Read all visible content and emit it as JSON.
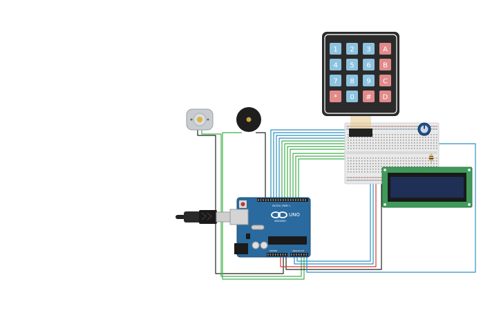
{
  "keypad": {
    "keys": [
      {
        "label": "1",
        "kind": "num"
      },
      {
        "label": "2",
        "kind": "num"
      },
      {
        "label": "3",
        "kind": "num"
      },
      {
        "label": "A",
        "kind": "letter"
      },
      {
        "label": "4",
        "kind": "num"
      },
      {
        "label": "5",
        "kind": "num"
      },
      {
        "label": "6",
        "kind": "num"
      },
      {
        "label": "B",
        "kind": "letter"
      },
      {
        "label": "7",
        "kind": "num"
      },
      {
        "label": "8",
        "kind": "num"
      },
      {
        "label": "9",
        "kind": "num"
      },
      {
        "label": "C",
        "kind": "letter"
      },
      {
        "label": "*",
        "kind": "letter"
      },
      {
        "label": "0",
        "kind": "num"
      },
      {
        "label": "#",
        "kind": "letter"
      },
      {
        "label": "D",
        "kind": "letter"
      }
    ]
  },
  "arduino": {
    "brand": "ARDUINO",
    "model": "UNO",
    "digital_header": "DIGITAL (PWM~)",
    "power_header": "POWER",
    "analog_header": "ANALOG IN"
  },
  "colors": {
    "board": "#2a6a9e",
    "keypad_body": "#2b2b2b",
    "key_num": "#8ec3e0",
    "key_letter": "#e28a8a",
    "lcd_board": "#3f9a5a",
    "lcd_screen": "#1f2f55",
    "breadboard": "#e9e9e9",
    "wire_blue": "#2a8fc0",
    "wire_green": "#3fae4a",
    "wire_black": "#222222",
    "wire_red": "#d43a2a"
  },
  "icons": [
    "dc-motor-icon",
    "piezo-buzzer-icon",
    "potentiometer-icon",
    "usb-cable-icon",
    "resistor-icon"
  ]
}
